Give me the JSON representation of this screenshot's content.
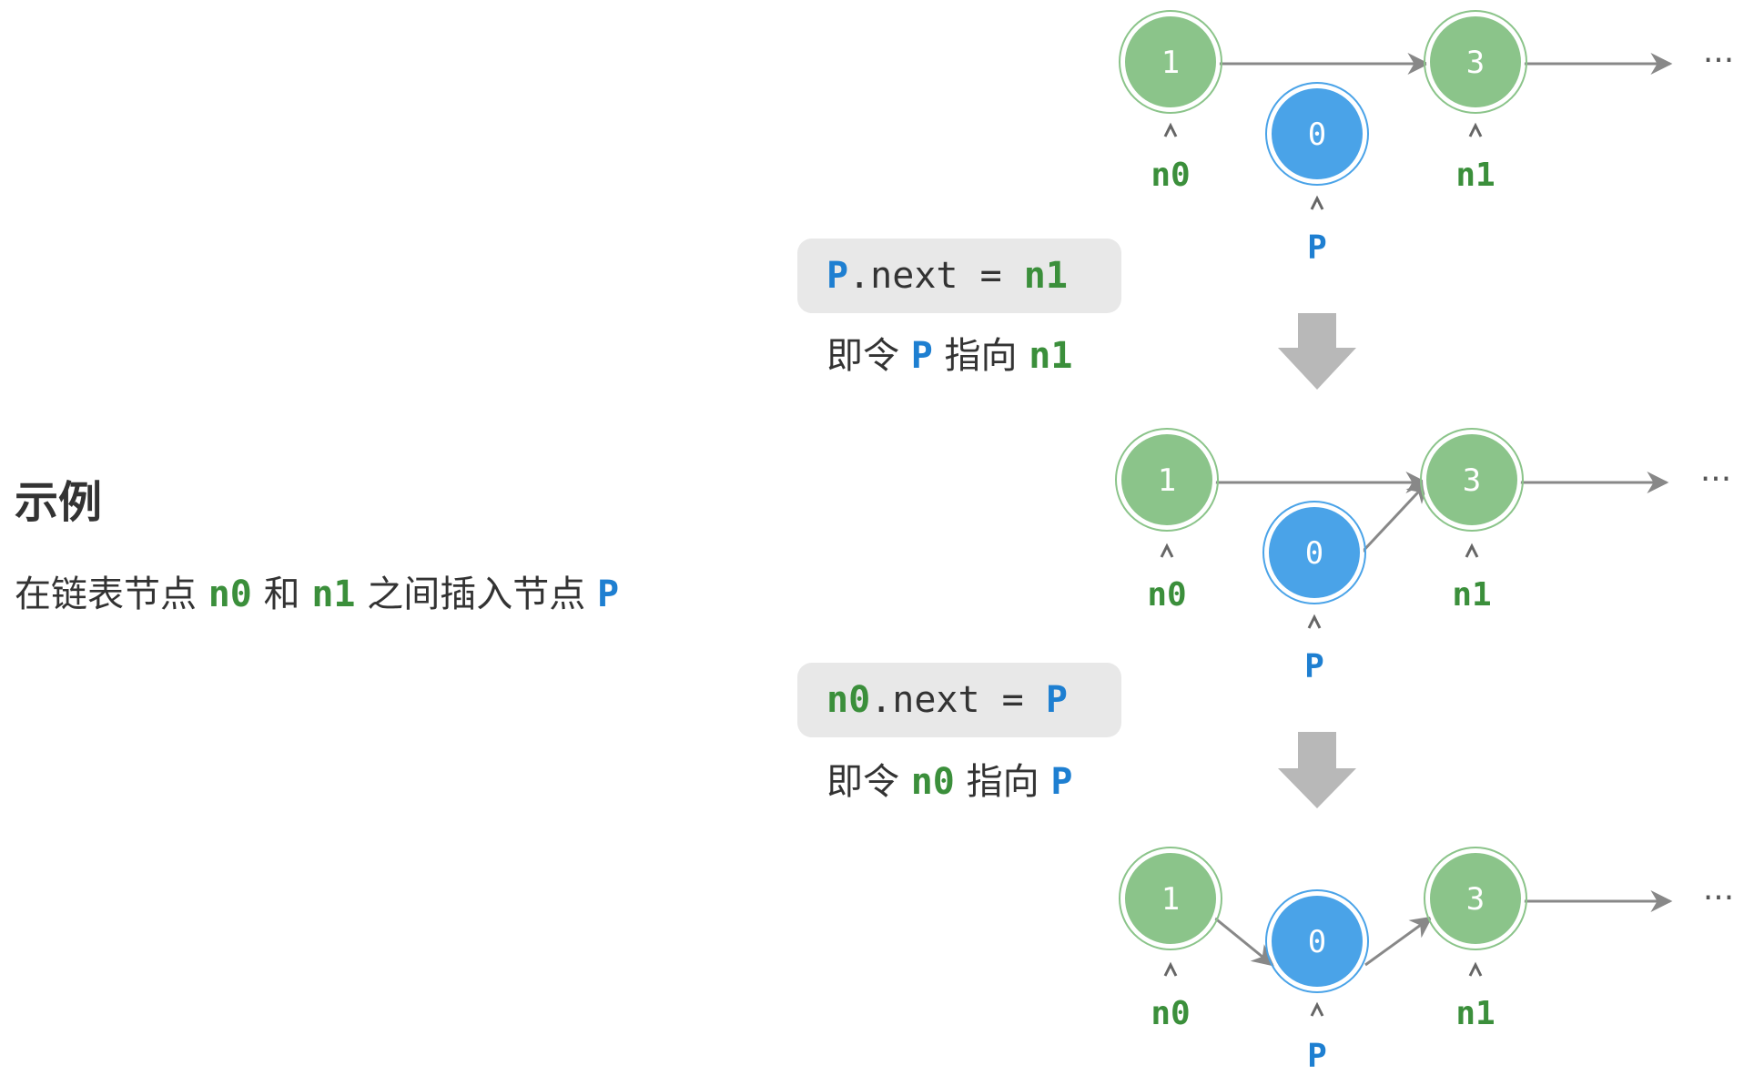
{
  "example": {
    "title": "示例",
    "desc_parts": [
      "在链表节点",
      "n0",
      "和",
      "n1",
      "之间插入节点",
      "P"
    ]
  },
  "steps": [
    {
      "code_lhs": "P",
      "code_mid": ".next = ",
      "code_rhs": "n1",
      "caption_pre": "即令",
      "caption_a": "P",
      "caption_mid": "指向",
      "caption_b": "n1"
    },
    {
      "code_lhs": "n0",
      "code_mid": ".next = ",
      "code_rhs": "P",
      "caption_pre": "即令",
      "caption_a": "n0",
      "caption_mid": "指向",
      "caption_b": "P"
    }
  ],
  "nodes": {
    "n0_value": "1",
    "p_value": "0",
    "n1_value": "3"
  },
  "labels": {
    "n0": "n0",
    "n1": "n1",
    "p": "P",
    "ellipsis": "···"
  },
  "colors": {
    "green_node": "#8bc48a",
    "blue_node": "#4aa3e8",
    "arrow": "#888888",
    "green_text": "#3b8f3b",
    "blue_text": "#1e7fd1",
    "step_arrow": "#b8b8b8"
  }
}
